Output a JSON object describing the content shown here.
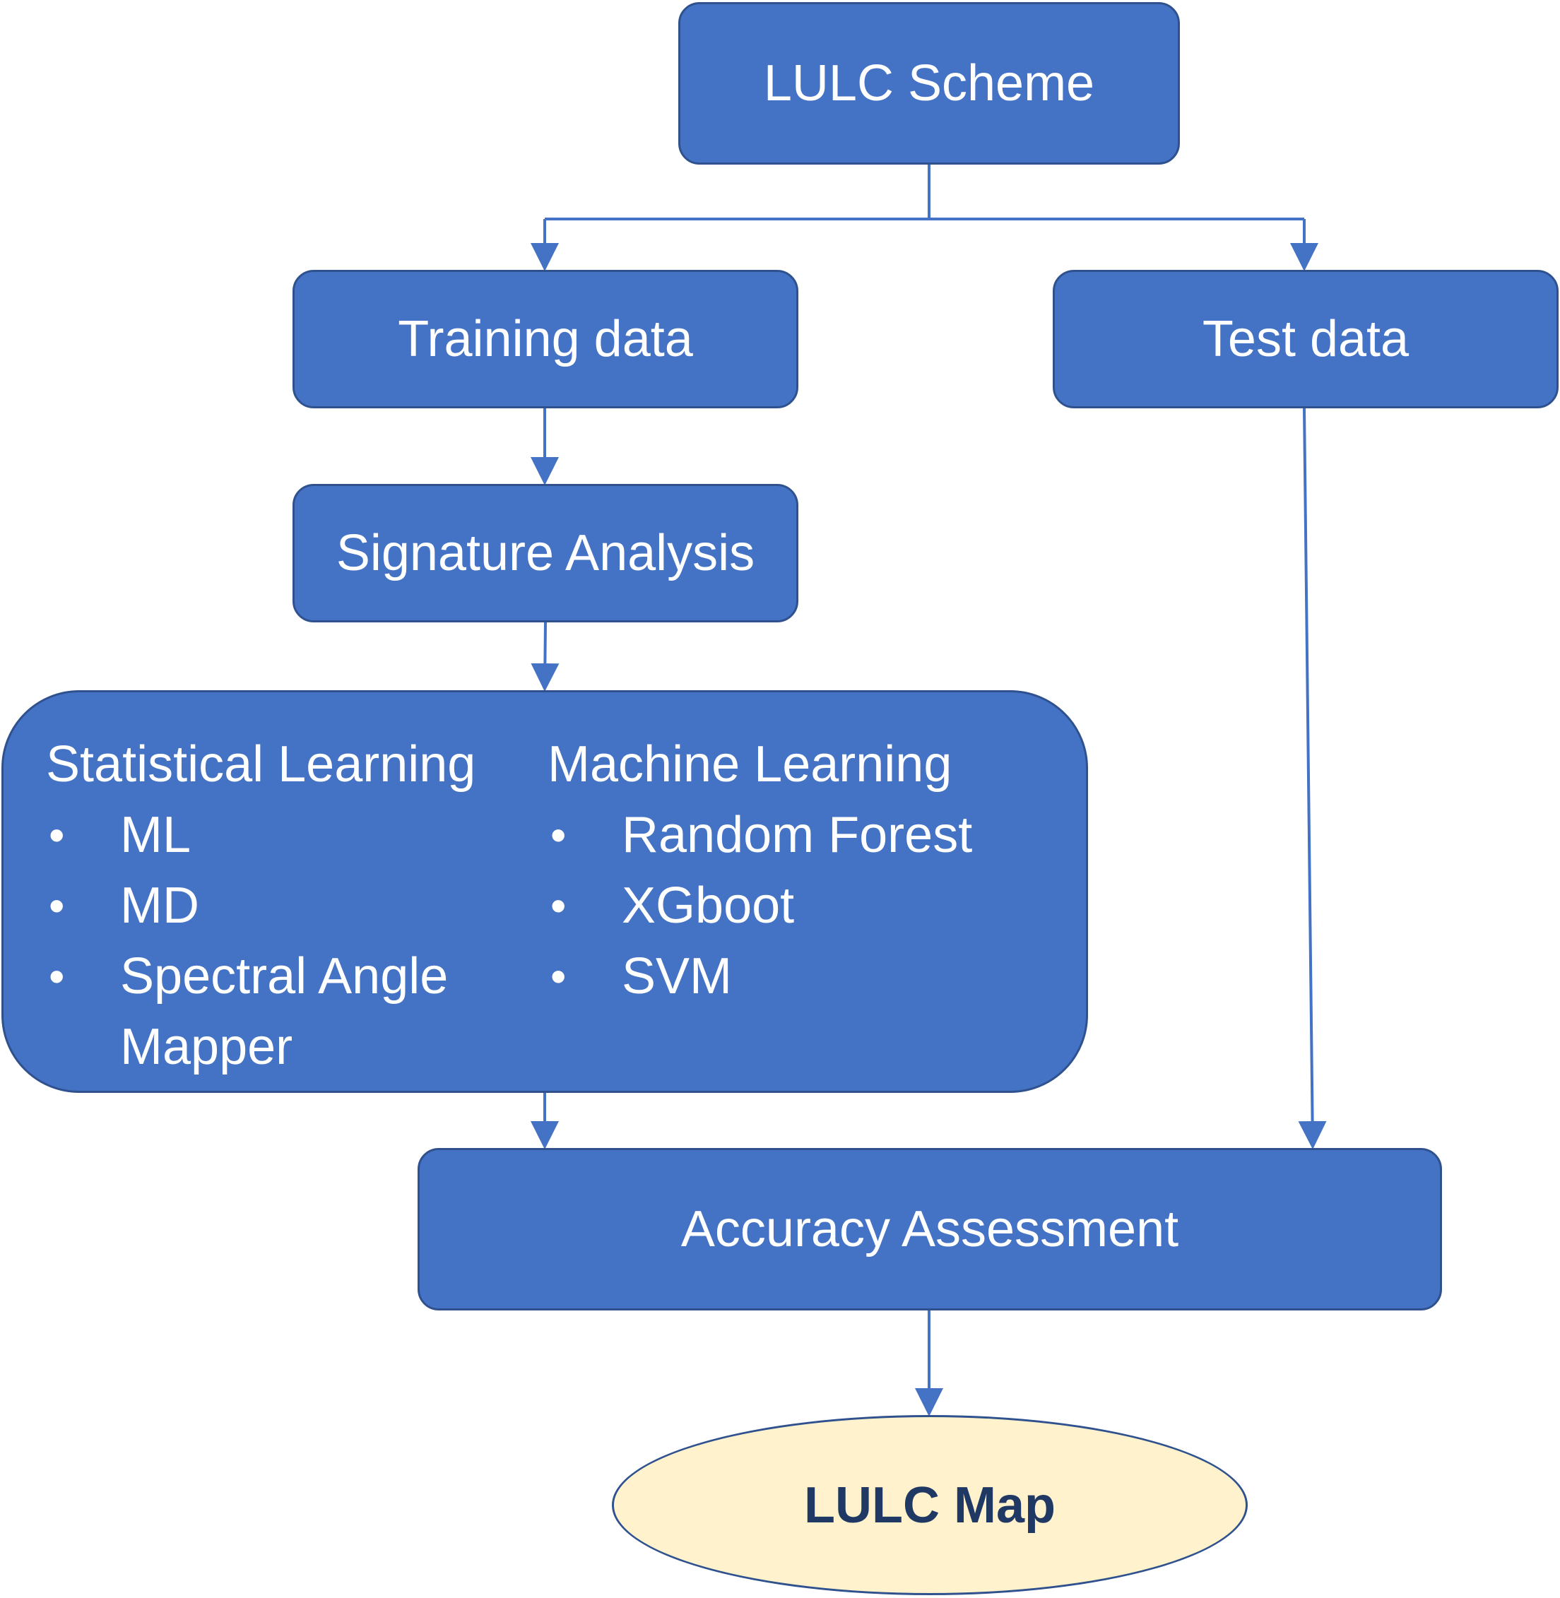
{
  "flowchart": {
    "scheme": "LULC Scheme",
    "training": "Training data",
    "test": "Test data",
    "signature": "Signature Analysis",
    "methods": {
      "statistical": {
        "heading": "Statistical Learning",
        "items": [
          "ML",
          "MD",
          "Spectral Angle",
          "Mapper"
        ]
      },
      "machine": {
        "heading": "Machine Learning",
        "items": [
          "Random Forest",
          "XGboot",
          "SVM"
        ]
      }
    },
    "accuracy": "Accuracy Assessment",
    "map": "LULC Map"
  },
  "colors": {
    "box_fill": "#4472c4",
    "box_border": "#2f528f",
    "connector": "#4472c4",
    "ellipse_fill": "#fff2cc",
    "ellipse_text": "#1f3864",
    "box_text": "#ffffff"
  },
  "bullet_glyph": "•"
}
